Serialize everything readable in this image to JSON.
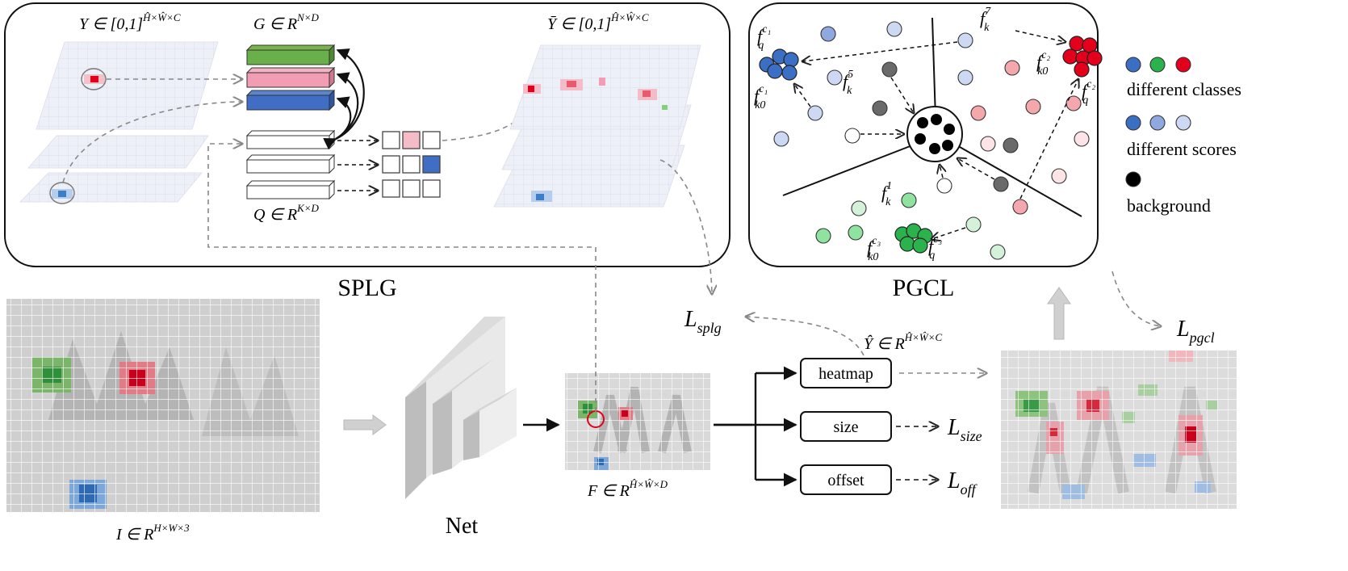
{
  "panels": {
    "splg": {
      "title": "SPLG"
    },
    "pgcl": {
      "title": "PGCL"
    }
  },
  "splg_math": {
    "y_label": "Y ∈ [0,1]",
    "y_sup": "Ĥ×Ŵ×C",
    "g_label": "G ∈ R",
    "g_sup": "N×D",
    "q_label": "Q ∈ R",
    "q_sup": "K×D",
    "ybar_label": "Ȳ ∈ [0,1]",
    "ybar_sup": "Ĥ×Ŵ×C"
  },
  "pgcl_labels": {
    "fq_c1": "f",
    "fq_c1_sub": "q",
    "fq_c1_sup": "c₁",
    "fk0_c1": "f",
    "fk0_c1_sub": "k0",
    "fk0_c1_sup": "c₁",
    "fk5": "f",
    "fk5_sub": "k",
    "fk5_sup": "5",
    "fk7": "f",
    "fk7_sub": "k",
    "fk7_sup": "7",
    "fk0_c2": "f",
    "fk0_c2_sub": "k0",
    "fk0_c2_sup": "c₂",
    "fq_c2": "f",
    "fq_c2_sub": "q",
    "fq_c2_sup": "c₂",
    "fk1": "f",
    "fk1_sub": "k",
    "fk1_sup": "1",
    "fk0_c3": "f",
    "fk0_c3_sub": "k0",
    "fk0_c3_sup": "c₃",
    "fq_c3": "f",
    "fq_c3_sub": "q",
    "fq_c3_sup": "c₃"
  },
  "legend": {
    "classes": "different classes",
    "scores": "different scores",
    "background": "background",
    "class_colors": [
      "#3a6fc4",
      "#2bb24c",
      "#e3001b"
    ],
    "score_colors": [
      "#3a6fc4",
      "#8fa9e0",
      "#cdd8f2"
    ],
    "background_color": "#000000"
  },
  "bottom": {
    "input_label": "I ∈ R",
    "input_sup": "H×W×3",
    "net_label": "Net",
    "feature_label": "F ∈ R",
    "feature_sup": "Ĥ×Ŵ×D",
    "yhat_label": "Ŷ ∈ R",
    "yhat_sup": "Ĥ×Ŵ×C",
    "heads": [
      "heatmap",
      "size",
      "offset"
    ],
    "loss_splg": "L",
    "loss_splg_sub": "splg",
    "loss_pgcl": "L",
    "loss_pgcl_sub": "pgcl",
    "loss_size": "L",
    "loss_size_sub": "size",
    "loss_off": "L",
    "loss_off_sub": "off"
  }
}
